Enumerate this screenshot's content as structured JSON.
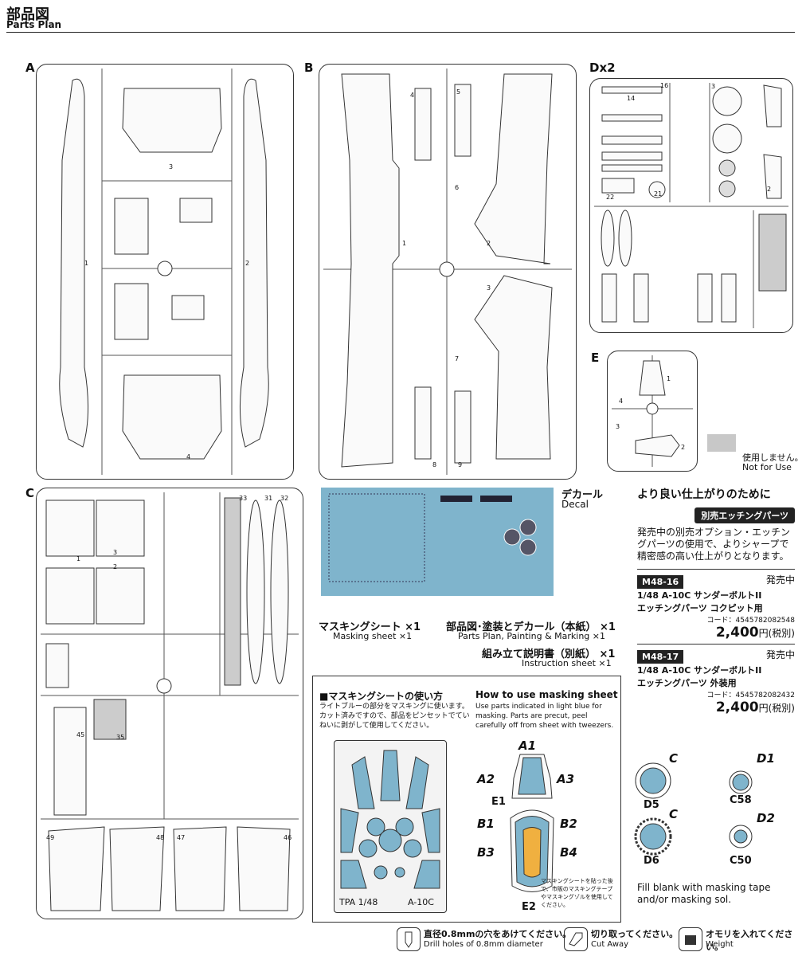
{
  "header": {
    "title_jp": "部品図",
    "title_en": "Parts Plan"
  },
  "sprues": {
    "a": "A",
    "b": "B",
    "c": "C",
    "d": "Dx2",
    "e": "E"
  },
  "not_for_use": {
    "jp": "使用しません。",
    "en": "Not for Use"
  },
  "decal": {
    "jp": "デカール",
    "en": "Decal"
  },
  "contents": {
    "masking_jp": "マスキングシート ×1",
    "masking_en": "Masking sheet ×1",
    "parts_jp": "部品図･塗装とデカール（本紙） ×1",
    "parts_en": "Parts Plan, Painting & Marking ×1",
    "instr_jp": "組み立て説明書（別紙） ×1",
    "instr_en": "Instruction sheet ×1"
  },
  "options": {
    "heading": "より良い仕上がりのために",
    "pill": "別売エッチングパーツ",
    "body": "発売中の別売オプション・エッチングパーツの使用で、よりシャープで精密感の高い仕上がりとなります。",
    "items": [
      {
        "code": "M48-16",
        "status": "発売中",
        "name1": "1/48 A-10C サンダーボルトII",
        "name2": "エッチングパーツ コクピット用",
        "barcode": "コード：4545782082548",
        "price": "2,400",
        "tax": "円(税別)"
      },
      {
        "code": "M48-17",
        "status": "発売中",
        "name1": "1/48 A-10C サンダーボルトII",
        "name2": "エッチングパーツ 外装用",
        "barcode": "コード：4545782082432",
        "price": "2,400",
        "tax": "円(税別)"
      }
    ]
  },
  "masking": {
    "title_jp": "■マスキングシートの使い方",
    "body_jp": "ライトブルーの部分をマスキングに使います。カット済みですので、部品をピンセットでていねいに剥がして使用してください。",
    "title_en": "How to use masking sheet",
    "body_en": "Use parts indicated in light blue for masking. Parts are precut, peel carefully off from sheet with tweezers.",
    "sheet_label": "TPA 1/48",
    "sheet_model": "A-10C",
    "note_jp": "マスキングシートを貼った後で、市販のマスキングテープやマスキングゾルを使用してください。",
    "fill_en": "Fill blank with masking tape and/or masking sol.",
    "labels": {
      "a1": "A1",
      "a2": "A2",
      "a3": "A3",
      "e1": "E1",
      "b1": "B1",
      "b2": "B2",
      "b3": "B3",
      "b4": "B4",
      "e2": "E2",
      "c1": "C",
      "c2": "C",
      "d1": "D1",
      "d2": "D2",
      "d5": "D5",
      "d6": "D6",
      "c58": "C58",
      "c50": "C50"
    }
  },
  "footer": {
    "drill_jp": "直径0.8mmの穴をあけてください。",
    "drill_en": "Drill holes of 0.8mm diameter",
    "cut_jp": "切り取ってください。",
    "cut_en": "Cut Away",
    "weight_jp": "オモリを入れてください。",
    "weight_en": "Weight"
  }
}
